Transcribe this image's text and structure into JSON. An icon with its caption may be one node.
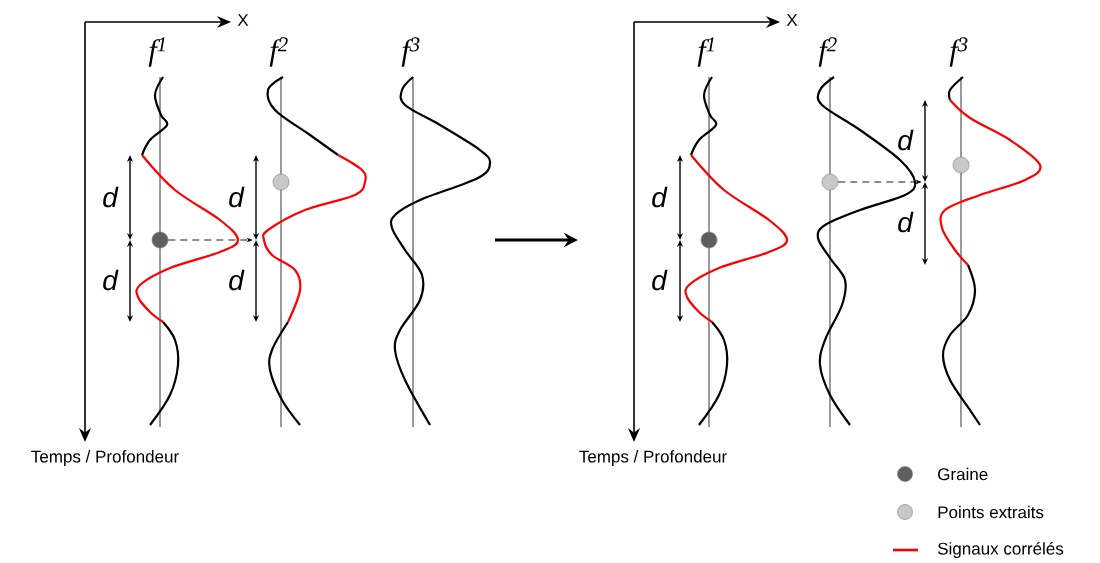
{
  "diagram": {
    "nodes": [
      {
        "text": [],
        "shape": "circle"
      },
      {
        "text": [],
        "shape": "circle"
      },
      {
        "text": [],
        "shape": "circle"
      },
      {
        "text": [],
        "shape": "circle"
      },
      {
        "text": [],
        "shape": "circle"
      }
    ],
    "edges": [
      {
        "from": 0,
        "to": null,
        "arrow": "to",
        "style": "dashed"
      },
      {
        "from": 3,
        "to": null,
        "arrow": "to",
        "style": "dashed"
      }
    ],
    "labels": [
      "X",
      "f$^{1}$",
      "f$^{2}$",
      "f$^{3}$",
      "d",
      "d",
      "d",
      "d",
      "Temps / Profondeur",
      "X",
      "f$^{1}$",
      "f$^{2}$",
      "f$^{3}$",
      "d",
      "d",
      "d",
      "d",
      "Temps / Profondeur"
    ],
    "legend": [
      {
        "text": "Graine",
        "color": "#5f5f5f"
      },
      {
        "text": "Points extraits",
        "color": "#c8c8c8"
      },
      {
        "text": "Signaux corrélés",
        "color": "#ff0000"
      }
    ]
  }
}
